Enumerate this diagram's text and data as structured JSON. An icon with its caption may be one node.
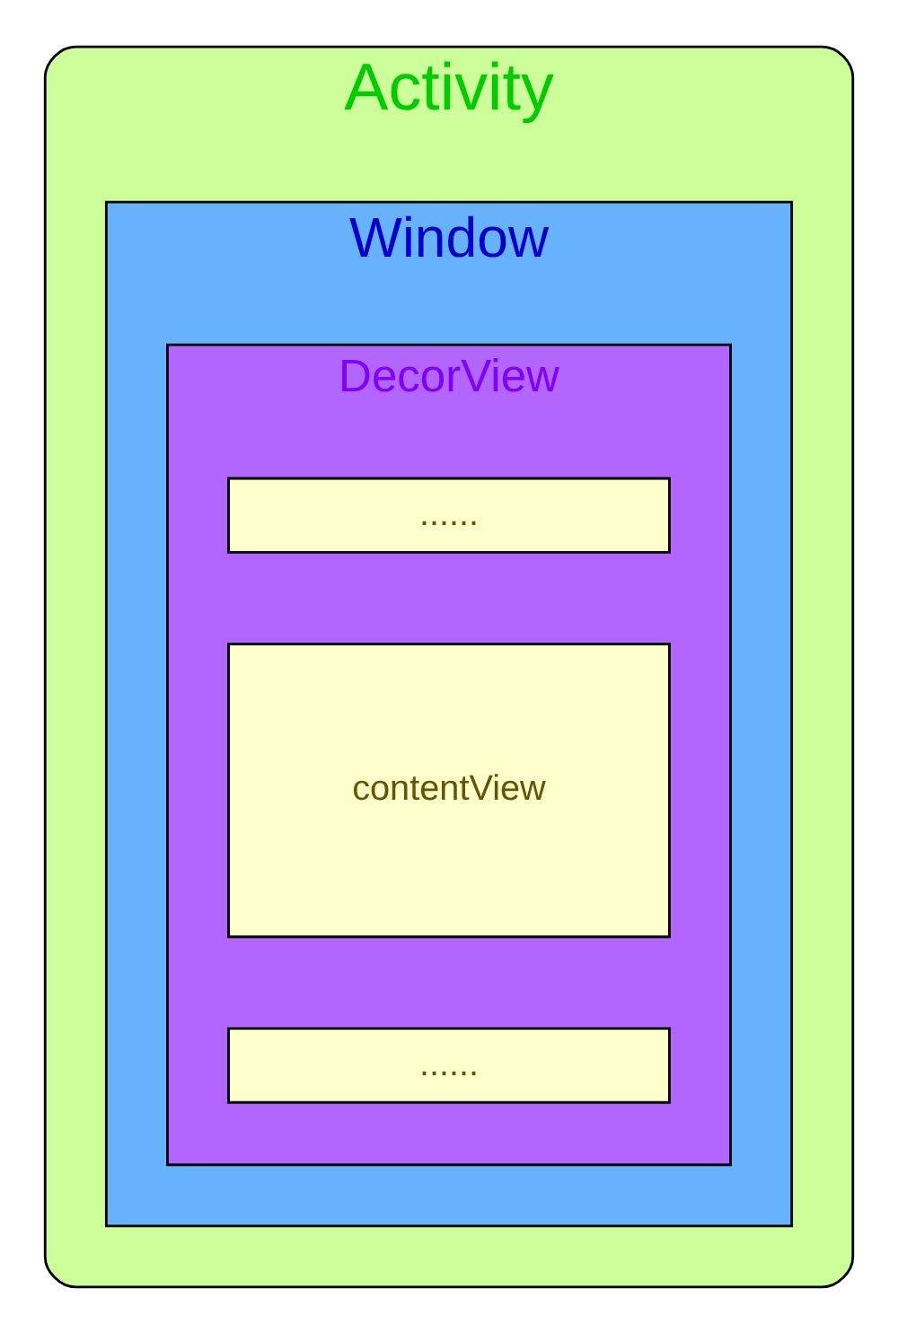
{
  "diagram": {
    "nodes": [
      {
        "text": [
          "Activity"
        ]
      },
      {
        "text": [
          "Window"
        ],
        "in": 0
      },
      {
        "text": [
          "DecorView"
        ],
        "in": 1
      },
      {
        "text": [
          "......"
        ],
        "in": 2
      },
      {
        "text": [
          "contentView"
        ],
        "in": 2
      },
      {
        "text": [
          "......"
        ],
        "in": 2
      }
    ],
    "edges": []
  }
}
